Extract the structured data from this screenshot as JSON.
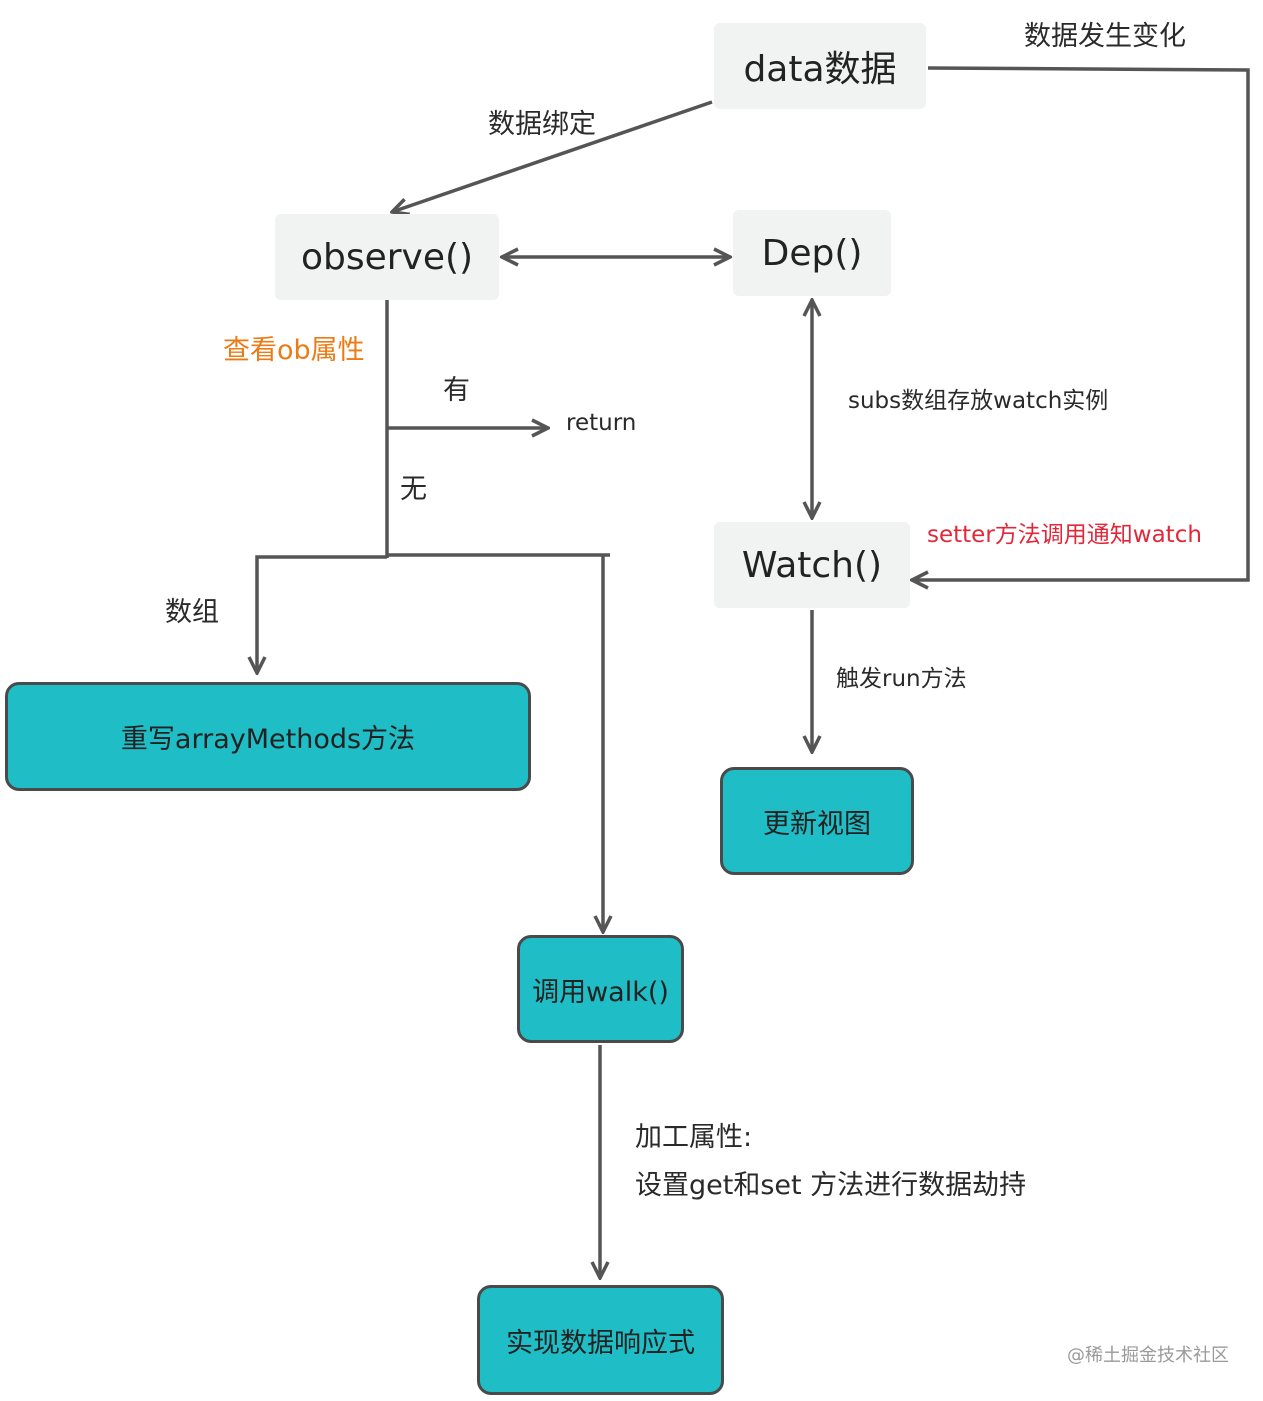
{
  "nodes": {
    "data": "data数据",
    "observe": "observe()",
    "dep": "Dep()",
    "watch": "Watch()",
    "array_methods": "重写arrayMethods方法",
    "walk": "调用walk()",
    "update_view": "更新视图",
    "reactive": "实现数据响应式"
  },
  "labels": {
    "data_binding": "数据绑定",
    "data_changed": "数据发生变化",
    "check_ob": "查看ob属性",
    "has": "有",
    "return": "return",
    "none": "无",
    "array": "数组",
    "subs": "subs数组存放watch实例",
    "setter_notify": "setter方法调用通知watch",
    "trigger_run": "触发run方法",
    "process_attr": "加工属性:",
    "getset": "设置get和set 方法进行数据劫持"
  },
  "watermark": "@稀土掘金技术社区",
  "colors": {
    "teal": "#1fbdc6",
    "gray_box": "#f1f2f2",
    "line": "#555555",
    "orange": "#ec7b16",
    "red": "#e0283a"
  }
}
